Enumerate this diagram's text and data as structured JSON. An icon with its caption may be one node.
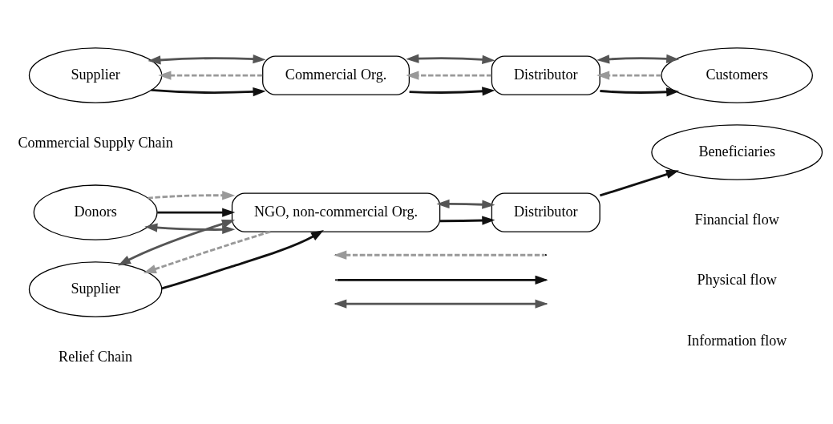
{
  "diagram": {
    "nodes": [
      {
        "text": [
          "Supplier"
        ]
      },
      {
        "text": [
          "Commercial Org."
        ]
      },
      {
        "text": [
          "Distributor"
        ]
      },
      {
        "text": [
          "Customers"
        ]
      },
      {
        "text": [
          "Donors"
        ]
      },
      {
        "text": [
          "NGO, non-commercial Org."
        ]
      },
      {
        "text": [
          "Distributor"
        ]
      },
      {
        "text": [
          "Beneficiaries"
        ]
      },
      {
        "text": [
          "Supplier"
        ]
      }
    ],
    "edges": [
      {
        "from": 1,
        "to": 0,
        "arrow": "to",
        "style": "dashed",
        "color": "#999999"
      },
      {
        "from": 0,
        "to": 1,
        "arrow": "to"
      },
      {
        "from": 0,
        "to": 1,
        "arrow": "both",
        "color": "#555555"
      },
      {
        "from": 2,
        "to": 1,
        "arrow": "to",
        "style": "dashed",
        "color": "#999999"
      },
      {
        "from": 1,
        "to": 2,
        "arrow": "to"
      },
      {
        "from": 1,
        "to": 2,
        "arrow": "both",
        "color": "#555555"
      },
      {
        "from": 3,
        "to": 2,
        "arrow": "to",
        "style": "dashed",
        "color": "#999999"
      },
      {
        "from": 2,
        "to": 3,
        "arrow": "to"
      },
      {
        "from": 2,
        "to": 3,
        "arrow": "both",
        "color": "#555555"
      },
      {
        "from": 4,
        "to": 5,
        "arrow": "both",
        "color": "#555555"
      },
      {
        "from": 4,
        "to": 5,
        "arrow": "to"
      },
      {
        "from": 4,
        "to": 5,
        "arrow": "to",
        "style": "dashed",
        "color": "#999999"
      },
      {
        "from": 5,
        "to": 8,
        "arrow": "to",
        "style": "dashed",
        "color": "#999999"
      },
      {
        "from": 8,
        "to": 5,
        "arrow": "to"
      },
      {
        "from": 8,
        "to": 5,
        "arrow": "both",
        "color": "#555555"
      },
      {
        "from": 5,
        "to": 6,
        "arrow": "to"
      },
      {
        "from": 5,
        "to": 6,
        "arrow": "both",
        "color": "#555555"
      },
      {
        "from": 6,
        "to": 7,
        "arrow": "to"
      }
    ],
    "labels": [
      "Commercial Supply Chain",
      "Relief Chain"
    ],
    "legend": [
      {
        "text": "Financial flow"
      },
      {
        "text": "Physical flow"
      },
      {
        "text": "Information flow"
      }
    ]
  }
}
